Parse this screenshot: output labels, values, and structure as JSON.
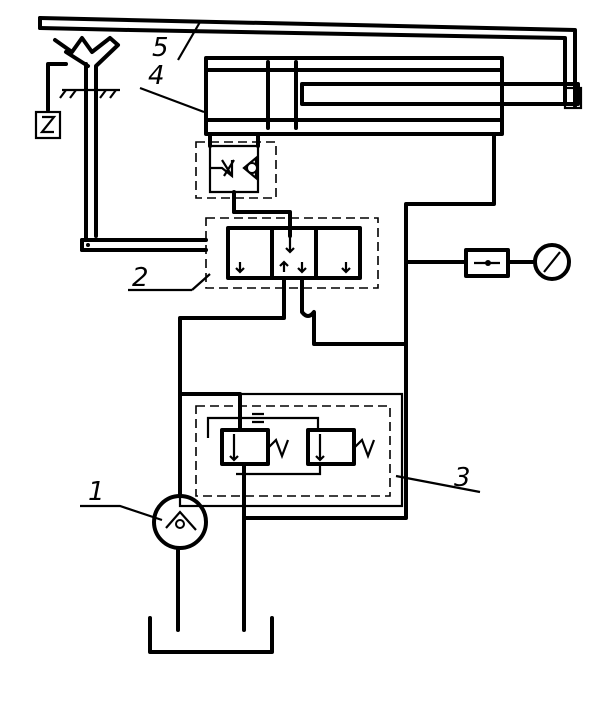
{
  "diagram": {
    "labels": {
      "pump": "1",
      "directional_valve": "2",
      "pressure_valve_block": "3",
      "cylinder": "4",
      "rod_linkage": "5"
    }
  }
}
